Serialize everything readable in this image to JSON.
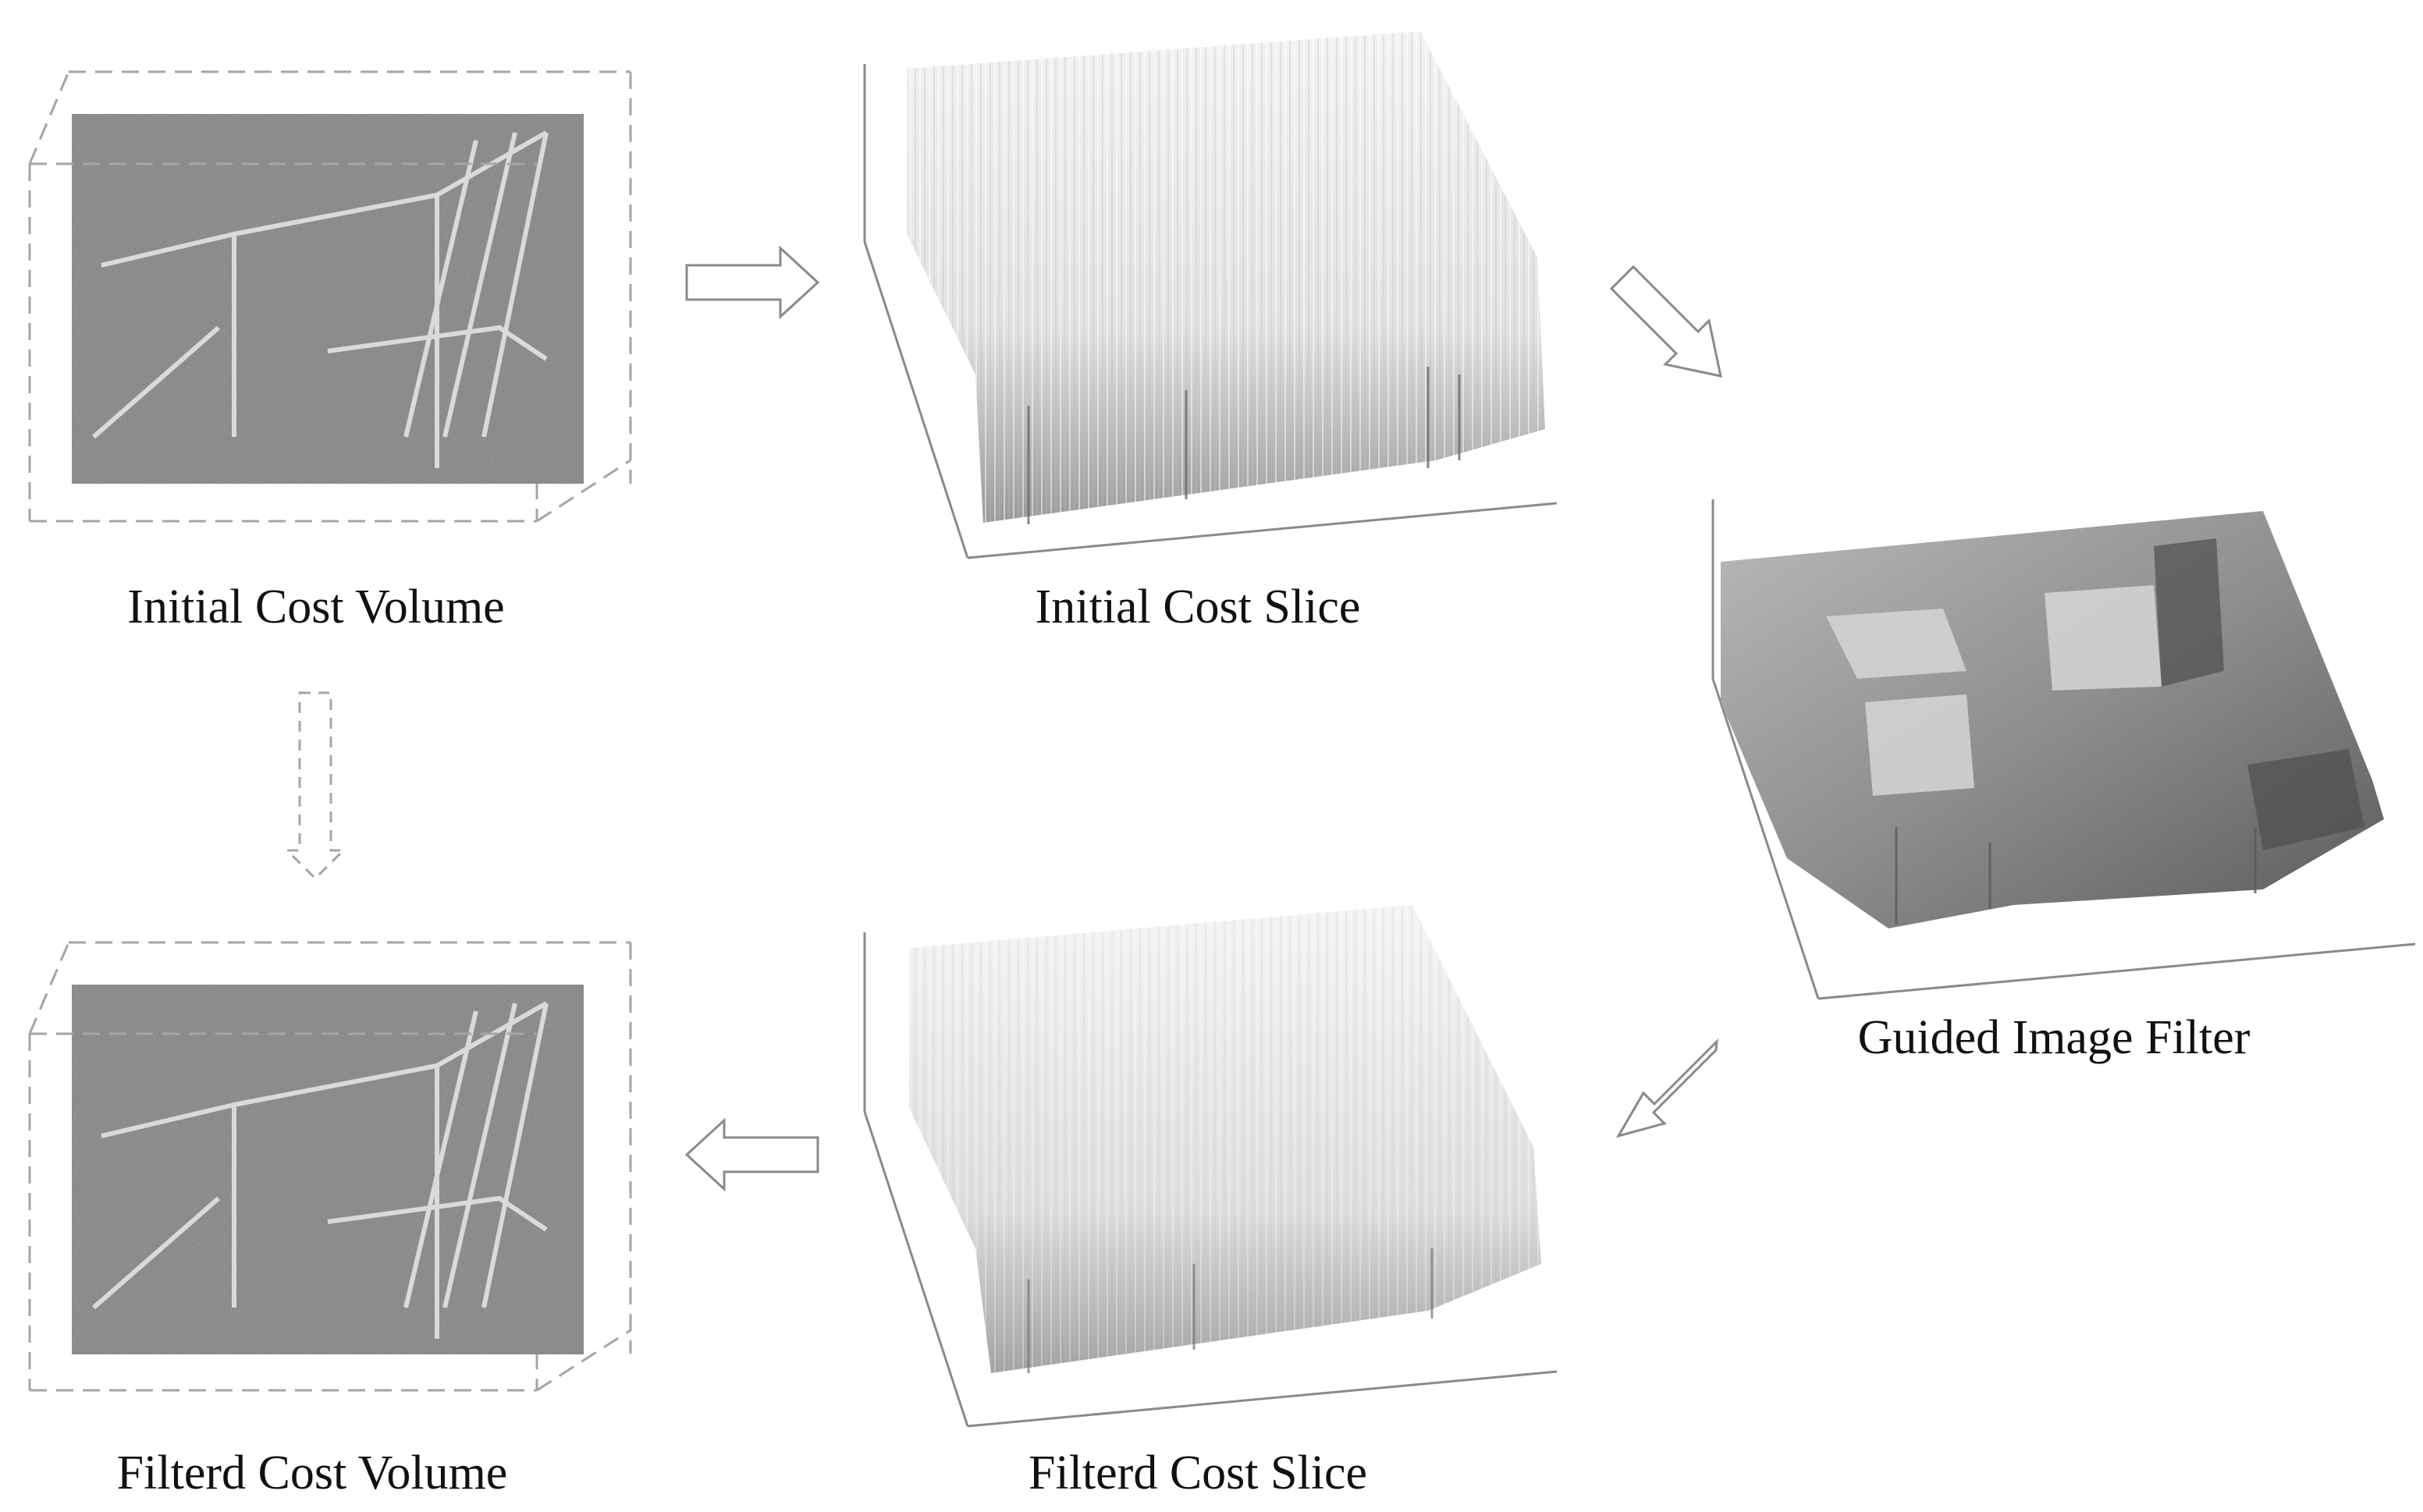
{
  "diagram": {
    "captions": {
      "initial_cost_volume": "Initial Cost Volume",
      "initial_cost_slice": "Initial Cost Slice",
      "guided_image_filter": "Guided Image Filter",
      "filtered_cost_slice": "Filterd Cost Slice",
      "filtered_cost_volume": "Filterd Cost Volume"
    },
    "flow": [
      "Initial Cost Volume",
      "Initial Cost Slice",
      "Guided Image Filter",
      "Filterd Cost Slice",
      "Filterd Cost Volume"
    ],
    "colors": {
      "stroke": "#8a8a8a",
      "dashed_stroke": "#a5a5a5",
      "text": "#111111"
    }
  }
}
